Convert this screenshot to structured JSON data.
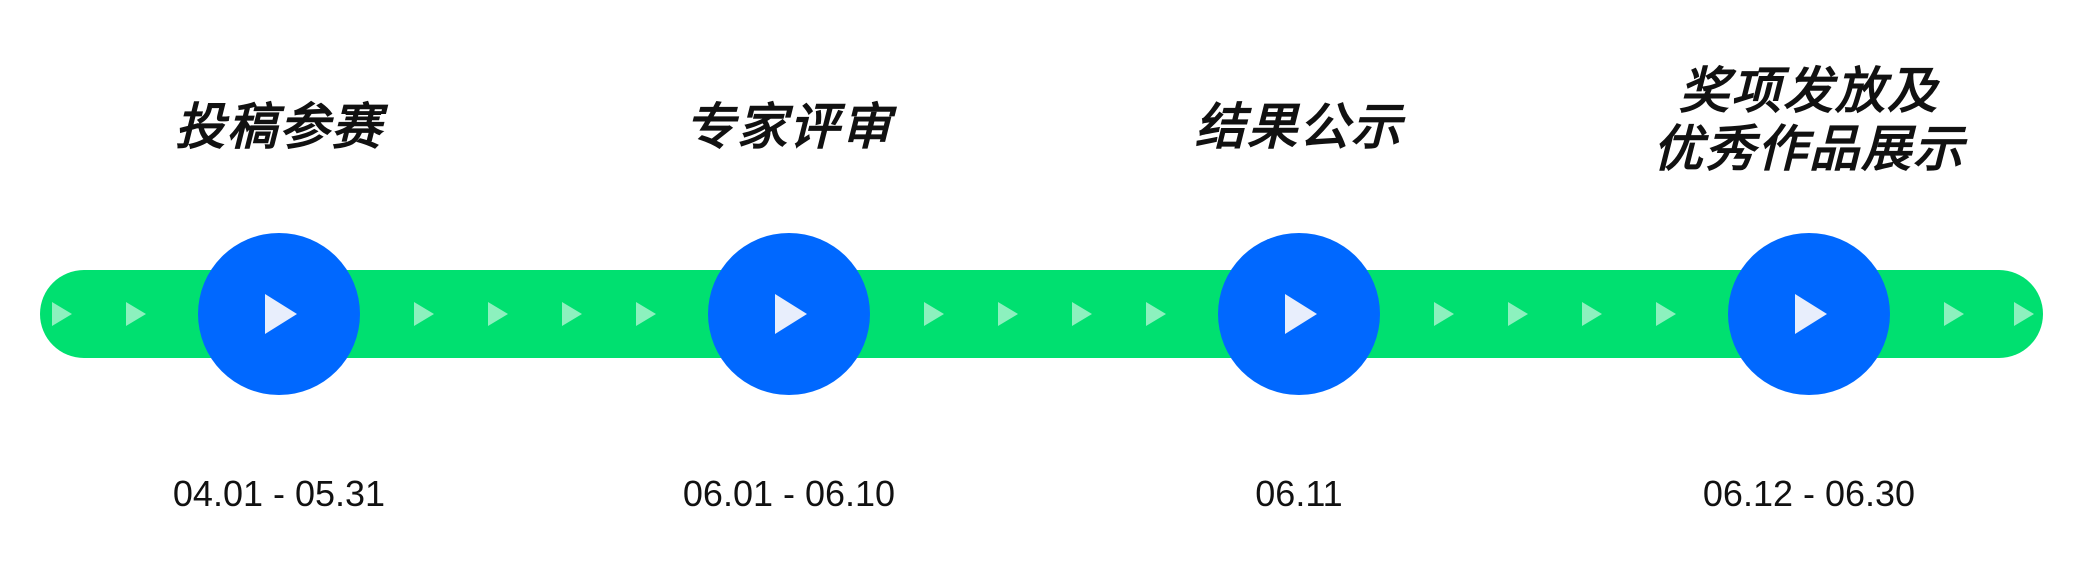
{
  "diagram": {
    "track_color": "#00e070",
    "node_color": "#0068ff",
    "arrow_color": "#e8eefc",
    "milestones": [
      {
        "title": "投稿参赛",
        "date": "04.01 - 05.31",
        "icon": "play-icon"
      },
      {
        "title": "专家评审",
        "date": "06.01 - 06.10",
        "icon": "play-icon"
      },
      {
        "title": "结果公示",
        "date": "06.11",
        "icon": "play-icon"
      },
      {
        "title": "奖项发放及\n优秀作品展示",
        "date": "06.12 - 06.30",
        "icon": "play-icon"
      }
    ]
  }
}
